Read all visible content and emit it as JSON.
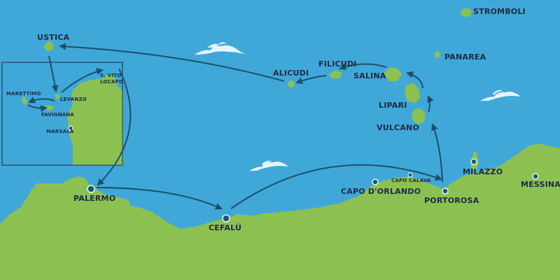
{
  "colors": {
    "sea": "#3fa8d8",
    "land": "#8cc152",
    "route": "#1d4f6a",
    "label": "#1f2a44",
    "port_marker": "#1a5a6a",
    "wave": "#e6f4fb"
  },
  "places": {
    "stromboli": "STROMBOLI",
    "panarea": "PANAREA",
    "ustica": "USTICA",
    "filicudi": "FILICUDI",
    "alicudi": "ALICUDI",
    "salina": "SALINA",
    "lipari": "LIPARI",
    "vulcano": "VULCANO",
    "milazzo": "MILAZZO",
    "messina": "MESSINA",
    "capo_orlando": "CAPO D'ORLANDO",
    "capo_calava": "CAPO CALAVA",
    "portorosa": "PORTOROSA",
    "palermo": "PALERMO",
    "cefalu": "CEFALÙ",
    "marettimo": "MARETTIMO",
    "levanzo": "LEVANZO",
    "favignana": "FAVIGNANA",
    "marsala": "MARSALA",
    "san_vito_lo_capo": "S. VITO\nLOCAPO"
  },
  "route": [
    "Portorosa",
    "Vulcano",
    "Lipari",
    "Salina",
    "Filicudi",
    "Alicudi",
    "Ustica",
    "Levanzo",
    "Marettimo",
    "Favignana",
    "Levanzo",
    "S. Vito Lo Capo",
    "Palermo",
    "Cefalù",
    "Portorosa"
  ]
}
